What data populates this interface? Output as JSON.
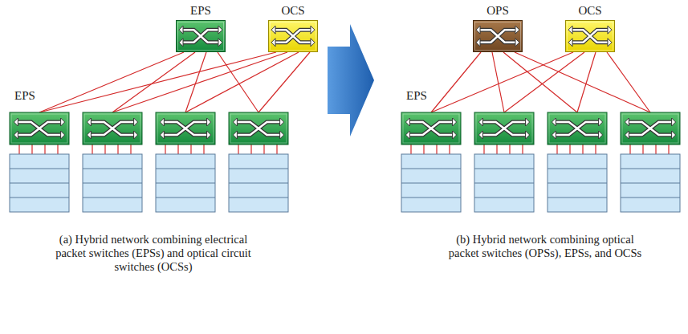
{
  "diagram": {
    "nodes": [
      {
        "text": [
          "EPS"
        ]
      },
      {
        "text": [
          "OCS"
        ]
      },
      {
        "text": [
          "OPS"
        ]
      },
      {
        "text": [
          "OCS"
        ]
      }
    ],
    "labels": [
      "EPS",
      "(a) Hybrid network combining electrical packet switches (EPSs) and optical circuit switches (OCSs)",
      "EPS",
      "(b) Hybrid network combining optical packet switches (OPSs), EPSs, and OCSs"
    ]
  }
}
